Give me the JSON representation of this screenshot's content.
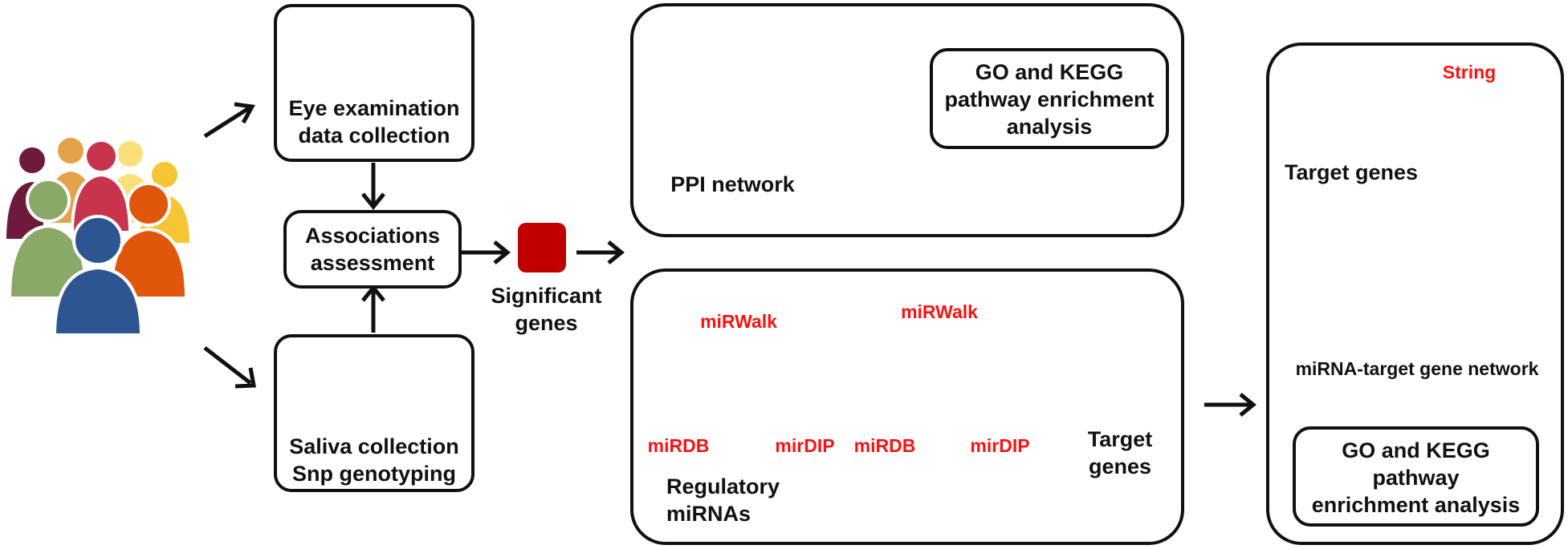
{
  "people": {
    "icon": "people-group-icon"
  },
  "eye_exam": {
    "icon": "eye-icon",
    "label": "Eye examination\ndata collection"
  },
  "associations": {
    "label": "Associations\nassessment"
  },
  "saliva": {
    "icon": "dna-icon",
    "label": "Saliva collection\nSnp genotyping"
  },
  "significant": {
    "label": "Significant\ngenes",
    "color": "#c00000"
  },
  "ppi_panel": {
    "network_label": "PPI network",
    "enrichment_label": "GO and KEGG\npathway enrichment\nanalysis"
  },
  "mirna_panel": {
    "venn1": {
      "top": "miRWalk",
      "left": "miRDB",
      "right": "mirDIP",
      "colors": [
        "#f5b800",
        "#1aa3e8",
        "#ee1111"
      ]
    },
    "venn2": {
      "top": "miRWalk",
      "left": "miRDB",
      "right": "mirDIP",
      "colors": [
        "#dba257",
        "#c4344e",
        "#7a35a8"
      ]
    },
    "regulatory_label": "Regulatory\nmiRNAs",
    "target_label": "Target\ngenes",
    "target_color": "#fbd62f"
  },
  "right_panel": {
    "string_label": "String",
    "target_label": "Target genes",
    "network_label": "miRNA-target gene network",
    "enrichment_label": "GO and KEGG\npathway\nenrichment analysis",
    "string_color": "#2f5597"
  }
}
